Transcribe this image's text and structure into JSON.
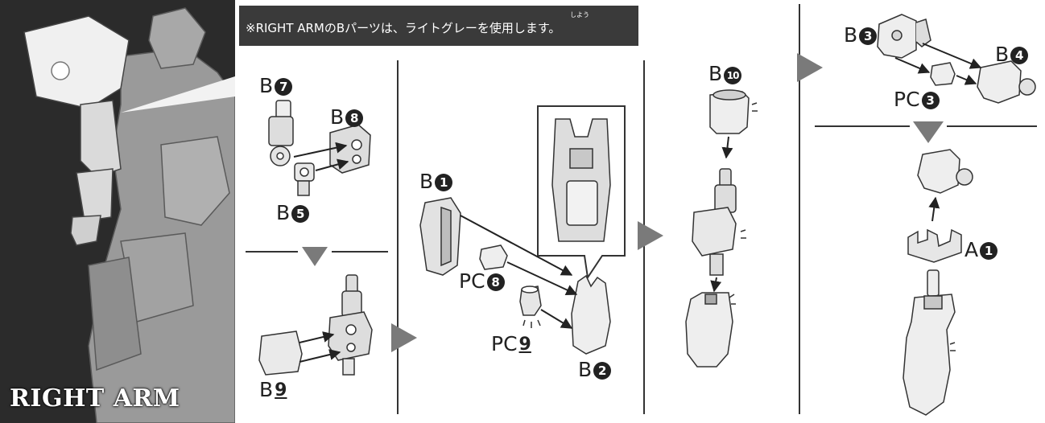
{
  "section": {
    "title": "RIGHT ARM"
  },
  "notice": {
    "text": "※RIGHT ARMのBパーツは、ライトグレーを使用します。",
    "ruby": "しよう"
  },
  "parts": {
    "b7": {
      "prefix": "B",
      "num": "7"
    },
    "b8": {
      "prefix": "B",
      "num": "8"
    },
    "b5": {
      "prefix": "B",
      "num": "5"
    },
    "b9": {
      "prefix": "B",
      "num": "9"
    },
    "b1": {
      "prefix": "B",
      "num": "1"
    },
    "pc8": {
      "prefix": "PC",
      "num": "8"
    },
    "pc9": {
      "prefix": "PC",
      "num": "9"
    },
    "b2": {
      "prefix": "B",
      "num": "2"
    },
    "b10": {
      "prefix": "B",
      "num": "10"
    },
    "b3": {
      "prefix": "B",
      "num": "3"
    },
    "b4": {
      "prefix": "B",
      "num": "4"
    },
    "pc3": {
      "prefix": "PC",
      "num": "3"
    },
    "a1": {
      "prefix": "A",
      "num": "1"
    }
  },
  "colors": {
    "ink": "#222222",
    "arrow_gray": "#7a7a7a",
    "banner": "#3a3a3a",
    "photo_bg": "#2b2b2b"
  }
}
